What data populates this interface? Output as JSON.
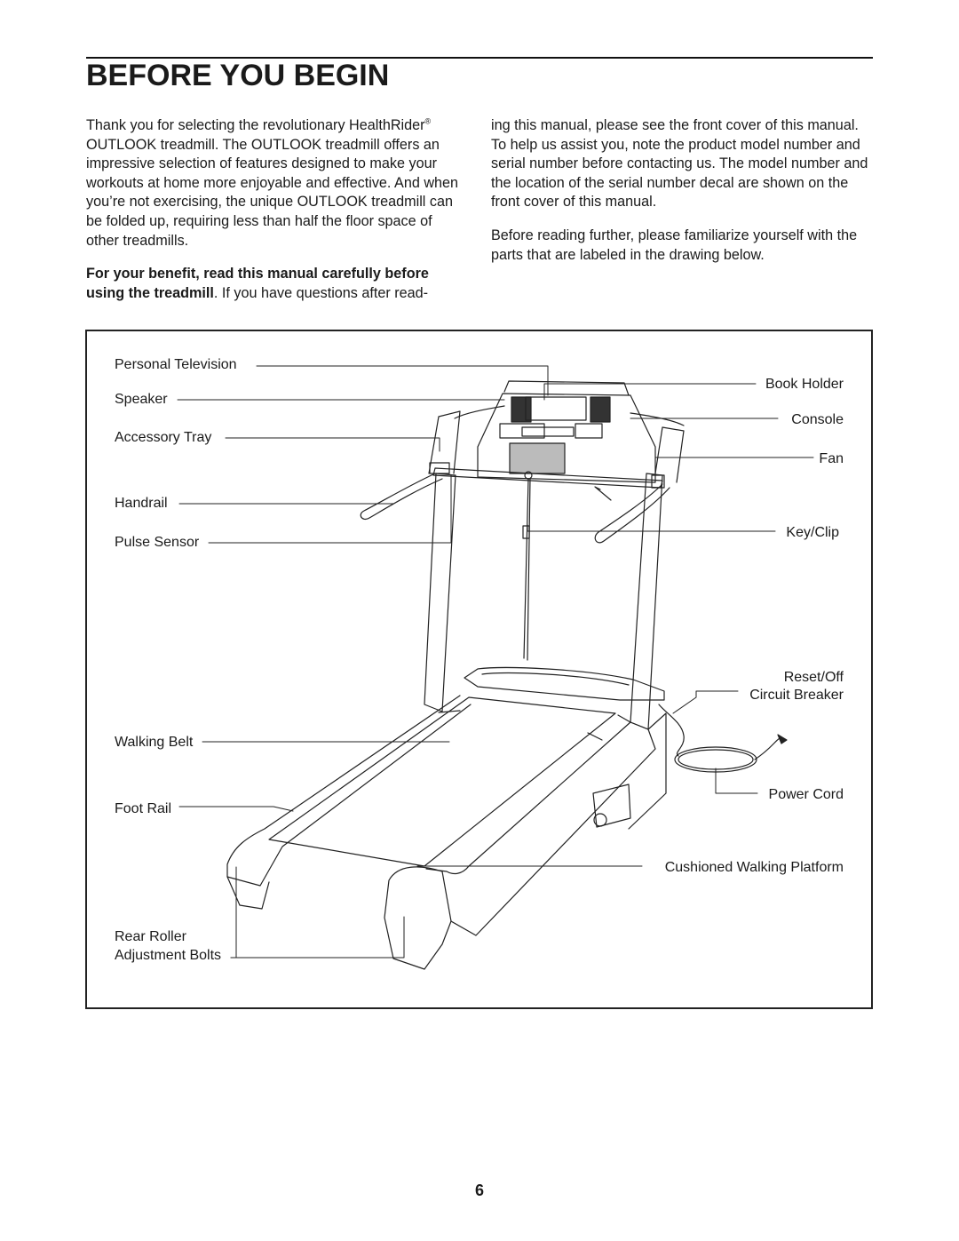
{
  "heading": "BEFORE YOU BEGIN",
  "left_column": {
    "p1_a": "Thank you for selecting the revolutionary HealthRider",
    "p1_reg": "®",
    "p1_b": " OUTLOOK treadmill. The OUTLOOK treadmill offers an impressive selection of features designed to make your workouts at home more enjoyable and effective. And when you’re not exercising, the unique OUTLOOK treadmill can be folded up, requiring less than half the floor space of other treadmills.",
    "p2_bold": "For your benefit, read this manual carefully before using the treadmill",
    "p2_rest": ". If you have questions after read-"
  },
  "right_column": {
    "p1": "ing this manual, please see the front cover of this manual. To help us assist you, note the product model number and serial number before contacting us. The model number and the location of the serial number decal are shown on the front cover of this manual.",
    "p2": "Before reading further, please familiarize yourself with the parts that are labeled in the drawing below."
  },
  "diagram_labels": {
    "personal_television": "Personal Television",
    "speaker": "Speaker",
    "accessory_tray": "Accessory Tray",
    "handrail": "Handrail",
    "pulse_sensor": "Pulse Sensor",
    "walking_belt": "Walking Belt",
    "foot_rail": "Foot Rail",
    "rear_roller_1": "Rear Roller",
    "rear_roller_2": "Adjustment Bolts",
    "book_holder": "Book Holder",
    "console": "Console",
    "fan": "Fan",
    "key_clip": "Key/Clip",
    "reset_off_1": "Reset/Off",
    "reset_off_2": "Circuit Breaker",
    "power_cord": "Power Cord",
    "cushioned_platform": "Cushioned Walking Platform"
  },
  "page_number": "6"
}
